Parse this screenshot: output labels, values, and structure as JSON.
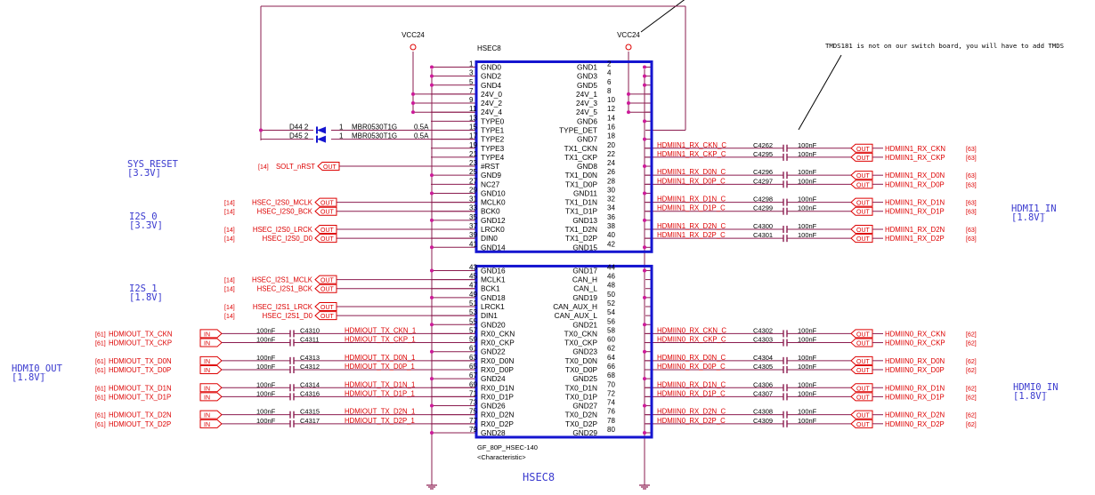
{
  "connector": {
    "ref_top": "HSEC8",
    "ref_bottom": "HSEC8",
    "part": "GF_80P_HSEC-140",
    "characteristic": "<Characteristic>"
  },
  "power": {
    "vcc_left": "VCC24",
    "vcc_right": "VCC24"
  },
  "note": "TMDS181 is not on our switch board, you will have to add TMDS",
  "groups": {
    "sys_reset": [
      "SYS_RESET",
      "[3.3V]"
    ],
    "i2s0": [
      "I2S_0",
      "[3.3V]"
    ],
    "i2s1": [
      "I2S_1",
      "[1.8V]"
    ],
    "hdmi0_out": [
      "HDMI0_OUT",
      "[1.8V]"
    ],
    "hdmi1_in": [
      "HDMI1_IN",
      "[1.8V]"
    ],
    "hdmi0_in": [
      "HDMI0_IN",
      "[1.8V]"
    ]
  },
  "diodes": [
    {
      "ref": "D44",
      "p2": "2",
      "p1": "1",
      "part": "MBR0530T1G",
      "current": "0.5A"
    },
    {
      "ref": "D45",
      "p2": "2",
      "p1": "1",
      "part": "MBR0530T1G",
      "current": "0.5A"
    }
  ],
  "odd_pins": [
    {
      "n": "1",
      "name": "GND0"
    },
    {
      "n": "3",
      "name": "GND2"
    },
    {
      "n": "5",
      "name": "GND4"
    },
    {
      "n": "7",
      "name": "24V_0"
    },
    {
      "n": "9",
      "name": "24V_2"
    },
    {
      "n": "11",
      "name": "24V_4"
    },
    {
      "n": "13",
      "name": "TYPE0"
    },
    {
      "n": "15",
      "name": "TYPE1"
    },
    {
      "n": "17",
      "name": "TYPE2"
    },
    {
      "n": "19",
      "name": "TYPE3"
    },
    {
      "n": "21",
      "name": "TYPE4"
    },
    {
      "n": "23",
      "name": "#RST"
    },
    {
      "n": "25",
      "name": "GND9"
    },
    {
      "n": "27",
      "name": "NC27"
    },
    {
      "n": "29",
      "name": "GND10"
    },
    {
      "n": "31",
      "name": "MCLK0"
    },
    {
      "n": "33",
      "name": "BCK0"
    },
    {
      "n": "35",
      "name": "GND12"
    },
    {
      "n": "37",
      "name": "LRCK0"
    },
    {
      "n": "39",
      "name": "DIN0"
    },
    {
      "n": "41",
      "name": "GND14"
    },
    {
      "n": "43",
      "name": "GND16"
    },
    {
      "n": "45",
      "name": "MCLK1"
    },
    {
      "n": "47",
      "name": "BCK1"
    },
    {
      "n": "49",
      "name": "GND18"
    },
    {
      "n": "51",
      "name": "LRCK1"
    },
    {
      "n": "53",
      "name": "DIN1"
    },
    {
      "n": "55",
      "name": "GND20"
    },
    {
      "n": "57",
      "name": "RX0_CKN"
    },
    {
      "n": "59",
      "name": "RX0_CKP"
    },
    {
      "n": "61",
      "name": "GND22"
    },
    {
      "n": "63",
      "name": "RX0_D0N"
    },
    {
      "n": "65",
      "name": "RX0_D0P"
    },
    {
      "n": "67",
      "name": "GND24"
    },
    {
      "n": "69",
      "name": "RX0_D1N"
    },
    {
      "n": "71",
      "name": "RX0_D1P"
    },
    {
      "n": "73",
      "name": "GND26"
    },
    {
      "n": "75",
      "name": "RX0_D2N"
    },
    {
      "n": "77",
      "name": "RX0_D2P"
    },
    {
      "n": "79",
      "name": "GND28"
    }
  ],
  "even_pins": [
    {
      "n": "2",
      "name": "GND1"
    },
    {
      "n": "4",
      "name": "GND3"
    },
    {
      "n": "6",
      "name": "GND5"
    },
    {
      "n": "8",
      "name": "24V_1"
    },
    {
      "n": "10",
      "name": "24V_3"
    },
    {
      "n": "12",
      "name": "24V_5"
    },
    {
      "n": "14",
      "name": "GND6"
    },
    {
      "n": "16",
      "name": "TYPE_DET"
    },
    {
      "n": "18",
      "name": "GND7"
    },
    {
      "n": "20",
      "name": "TX1_CKN"
    },
    {
      "n": "22",
      "name": "TX1_CKP"
    },
    {
      "n": "24",
      "name": "GND8"
    },
    {
      "n": "26",
      "name": "TX1_D0N"
    },
    {
      "n": "28",
      "name": "TX1_D0P"
    },
    {
      "n": "30",
      "name": "GND11"
    },
    {
      "n": "32",
      "name": "TX1_D1N"
    },
    {
      "n": "34",
      "name": "TX1_D1P"
    },
    {
      "n": "36",
      "name": "GND13"
    },
    {
      "n": "38",
      "name": "TX1_D2N"
    },
    {
      "n": "40",
      "name": "TX1_D2P"
    },
    {
      "n": "42",
      "name": "GND15"
    },
    {
      "n": "44",
      "name": "GND17"
    },
    {
      "n": "46",
      "name": "CAN_H"
    },
    {
      "n": "48",
      "name": "CAN_L"
    },
    {
      "n": "50",
      "name": "GND19"
    },
    {
      "n": "52",
      "name": "CAN_AUX_H"
    },
    {
      "n": "54",
      "name": "CAN_AUX_L"
    },
    {
      "n": "56",
      "name": "GND21"
    },
    {
      "n": "58",
      "name": "TX0_CKN"
    },
    {
      "n": "60",
      "name": "TX0_CKP"
    },
    {
      "n": "62",
      "name": "GND23"
    },
    {
      "n": "64",
      "name": "TX0_D0N"
    },
    {
      "n": "66",
      "name": "TX0_D0P"
    },
    {
      "n": "68",
      "name": "GND25"
    },
    {
      "n": "70",
      "name": "TX0_D1N"
    },
    {
      "n": "72",
      "name": "TX0_D1P"
    },
    {
      "n": "74",
      "name": "GND27"
    },
    {
      "n": "76",
      "name": "TX0_D2N"
    },
    {
      "n": "78",
      "name": "TX0_D2P"
    },
    {
      "n": "80",
      "name": "GND29"
    }
  ],
  "left_nets": [
    {
      "pin": "23",
      "ref": "[14]",
      "net": "SOLT_nRST",
      "tag": "OUT"
    },
    {
      "pin": "31",
      "ref": "[14]",
      "net": "HSEC_I2S0_MCLK",
      "tag": "OUT"
    },
    {
      "pin": "33",
      "ref": "[14]",
      "net": "HSEC_I2S0_BCK",
      "tag": "OUT"
    },
    {
      "pin": "37",
      "ref": "[14]",
      "net": "HSEC_I2S0_LRCK",
      "tag": "OUT"
    },
    {
      "pin": "39",
      "ref": "[14]",
      "net": "HSEC_I2S0_D0",
      "tag": "OUT"
    },
    {
      "pin": "45",
      "ref": "[14]",
      "net": "HSEC_I2S1_MCLK",
      "tag": "OUT"
    },
    {
      "pin": "47",
      "ref": "[14]",
      "net": "HSEC_I2S1_BCK",
      "tag": "OUT"
    },
    {
      "pin": "51",
      "ref": "[14]",
      "net": "HSEC_I2S1_LRCK",
      "tag": "OUT"
    },
    {
      "pin": "53",
      "ref": "[14]",
      "net": "HSEC_I2S1_D0",
      "tag": "OUT"
    }
  ],
  "left_caps": [
    {
      "pin": "57",
      "ref": "[61]",
      "net": "HDMIOUT_TX_CKN",
      "tag": "IN",
      "val": "100nF",
      "cap": "C4310",
      "net2": "HDMIOUT_TX_CKN_1"
    },
    {
      "pin": "59",
      "ref": "[61]",
      "net": "HDMIOUT_TX_CKP",
      "tag": "IN",
      "val": "100nF",
      "cap": "C4311",
      "net2": "HDMIOUT_TX_CKP_1"
    },
    {
      "pin": "63",
      "ref": "[61]",
      "net": "HDMIOUT_TX_D0N",
      "tag": "IN",
      "val": "100nF",
      "cap": "C4313",
      "net2": "HDMIOUT_TX_D0N_1"
    },
    {
      "pin": "65",
      "ref": "[61]",
      "net": "HDMIOUT_TX_D0P",
      "tag": "IN",
      "val": "100nF",
      "cap": "C4312",
      "net2": "HDMIOUT_TX_D0P_1"
    },
    {
      "pin": "69",
      "ref": "[61]",
      "net": "HDMIOUT_TX_D1N",
      "tag": "IN",
      "val": "100nF",
      "cap": "C4314",
      "net2": "HDMIOUT_TX_D1N_1"
    },
    {
      "pin": "71",
      "ref": "[61]",
      "net": "HDMIOUT_TX_D1P",
      "tag": "IN",
      "val": "100nF",
      "cap": "C4316",
      "net2": "HDMIOUT_TX_D1P_1"
    },
    {
      "pin": "75",
      "ref": "[61]",
      "net": "HDMIOUT_TX_D2N",
      "tag": "IN",
      "val": "100nF",
      "cap": "C4315",
      "net2": "HDMIOUT_TX_D2N_1"
    },
    {
      "pin": "77",
      "ref": "[61]",
      "net": "HDMIOUT_TX_D2P",
      "tag": "IN",
      "val": "100nF",
      "cap": "C4317",
      "net2": "HDMIOUT_TX_D2P_1"
    }
  ],
  "right_caps": [
    {
      "pin": "20",
      "net1": "HDMIIN1_RX_CKN_C",
      "cap": "C4262",
      "val": "100nF",
      "tag": "OUT",
      "net2": "HDMIIN1_RX_CKN",
      "ref": "[63]"
    },
    {
      "pin": "22",
      "net1": "HDMIIN1_RX_CKP_C",
      "cap": "C4295",
      "val": "100nF",
      "tag": "OUT",
      "net2": "HDMIIN1_RX_CKP",
      "ref": "[63]"
    },
    {
      "pin": "26",
      "net1": "HDMIIN1_RX_D0N_C",
      "cap": "C4296",
      "val": "100nF",
      "tag": "OUT",
      "net2": "HDMIIN1_RX_D0N",
      "ref": "[63]"
    },
    {
      "pin": "28",
      "net1": "HDMIIN1_RX_D0P_C",
      "cap": "C4297",
      "val": "100nF",
      "tag": "OUT",
      "net2": "HDMIIN1_RX_D0P",
      "ref": "[63]"
    },
    {
      "pin": "32",
      "net1": "HDMIIN1_RX_D1N_C",
      "cap": "C4298",
      "val": "100nF",
      "tag": "OUT",
      "net2": "HDMIIN1_RX_D1N",
      "ref": "[63]"
    },
    {
      "pin": "34",
      "net1": "HDMIIN1_RX_D1P_C",
      "cap": "C4299",
      "val": "100nF",
      "tag": "OUT",
      "net2": "HDMIIN1_RX_D1P",
      "ref": "[63]"
    },
    {
      "pin": "38",
      "net1": "HDMIIN1_RX_D2N_C",
      "cap": "C4300",
      "val": "100nF",
      "tag": "OUT",
      "net2": "HDMIIN1_RX_D2N",
      "ref": "[63]"
    },
    {
      "pin": "40",
      "net1": "HDMIIN1_RX_D2P_C",
      "cap": "C4301",
      "val": "100nF",
      "tag": "OUT",
      "net2": "HDMIIN1_RX_D2P",
      "ref": "[63]"
    },
    {
      "pin": "58",
      "net1": "HDMIIN0_RX_CKN_C",
      "cap": "C4302",
      "val": "100nF",
      "tag": "OUT",
      "net2": "HDMIIN0_RX_CKN",
      "ref": "[62]"
    },
    {
      "pin": "60",
      "net1": "HDMIIN0_RX_CKP_C",
      "cap": "C4303",
      "val": "100nF",
      "tag": "OUT",
      "net2": "HDMIIN0_RX_CKP",
      "ref": "[62]"
    },
    {
      "pin": "64",
      "net1": "HDMIIN0_RX_D0N_C",
      "cap": "C4304",
      "val": "100nF",
      "tag": "OUT",
      "net2": "HDMIIN0_RX_D0N",
      "ref": "[62]"
    },
    {
      "pin": "66",
      "net1": "HDMIIN0_RX_D0P_C",
      "cap": "C4305",
      "val": "100nF",
      "tag": "OUT",
      "net2": "HDMIIN0_RX_D0P",
      "ref": "[62]"
    },
    {
      "pin": "70",
      "net1": "HDMIIN0_RX_D1N_C",
      "cap": "C4306",
      "val": "100nF",
      "tag": "OUT",
      "net2": "HDMIIN0_RX_D1N",
      "ref": "[62]"
    },
    {
      "pin": "72",
      "net1": "HDMIIN0_RX_D1P_C",
      "cap": "C4307",
      "val": "100nF",
      "tag": "OUT",
      "net2": "HDMIIN0_RX_D1P",
      "ref": "[62]"
    },
    {
      "pin": "76",
      "net1": "HDMIIN0_RX_D2N_C",
      "cap": "C4308",
      "val": "100nF",
      "tag": "OUT",
      "net2": "HDMIIN0_RX_D2N",
      "ref": "[62]"
    },
    {
      "pin": "78",
      "net1": "HDMIIN0_RX_D2P_C",
      "cap": "C4309",
      "val": "100nF",
      "tag": "OUT",
      "net2": "HDMIIN0_RX_D2P",
      "ref": "[62]"
    }
  ],
  "colors": {
    "wire": "#8b1c4f",
    "net": "#dd0000",
    "box": "#1515d0",
    "text": "#000000",
    "group": "#3a3acf",
    "junction": "#cc1a99"
  }
}
